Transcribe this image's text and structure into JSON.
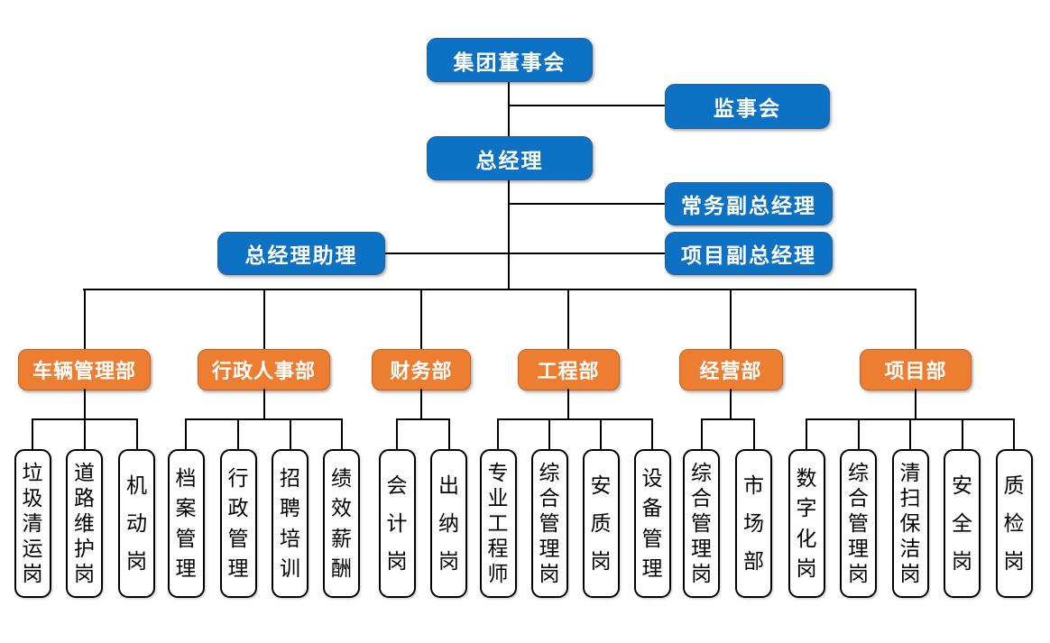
{
  "page": {
    "background": "#ffffff"
  },
  "colors": {
    "executive_fill": "#0d71c4",
    "executive_border": "#2b5d9c",
    "department_fill": "#ed7d31",
    "department_border": "#c96221",
    "position_fill": "#ffffff",
    "position_border": "#000000",
    "connector": "#000000",
    "text_light": "#ffffff",
    "text_dark": "#000000"
  },
  "executive_nodes": [
    {
      "id": "board-of-directors",
      "label": "集团董事会"
    },
    {
      "id": "supervisory-board",
      "label": "监事会"
    },
    {
      "id": "general-manager",
      "label": "总经理"
    },
    {
      "id": "executive-deputy-general-manager",
      "label": "常务副总经理"
    },
    {
      "id": "general-manager-assistant",
      "label": "总经理助理"
    },
    {
      "id": "project-deputy-general-manager",
      "label": "项目副总经理"
    }
  ],
  "departments": [
    {
      "id": "vehicle-management",
      "label": "车辆管理部",
      "positions": [
        "垃圾清运岗",
        "道路维护岗",
        "机动岗"
      ]
    },
    {
      "id": "admin-hr",
      "label": "行政人事部",
      "positions": [
        "档案管理",
        "行政管理",
        "招聘培训",
        "绩效薪酬"
      ]
    },
    {
      "id": "finance",
      "label": "财务部",
      "positions": [
        "会计岗",
        "出纳岗"
      ]
    },
    {
      "id": "engineering",
      "label": "工程部",
      "positions": [
        "专业工程师",
        "综合管理岗",
        "安质岗",
        "设备管理"
      ]
    },
    {
      "id": "operations",
      "label": "经营部",
      "positions": [
        "综合管理岗",
        "市场部"
      ]
    },
    {
      "id": "project",
      "label": "项目部",
      "positions": [
        "数字化岗",
        "综合管理岗",
        "清扫保洁岗",
        "安全岗",
        "质检岗"
      ]
    }
  ]
}
